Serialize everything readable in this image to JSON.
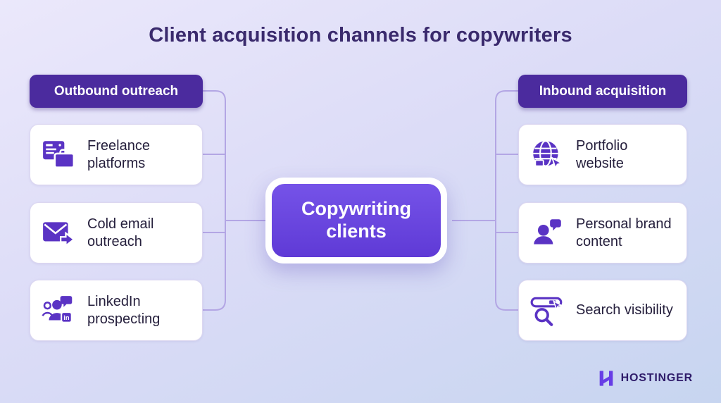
{
  "title": "Client acquisition channels for copywriters",
  "center_node": {
    "label": "Copywriting clients"
  },
  "left_group": {
    "header": "Outbound outreach",
    "items": [
      {
        "label": "Freelance platforms",
        "icon": "freelance-platforms-icon"
      },
      {
        "label": "Cold email outreach",
        "icon": "cold-email-icon"
      },
      {
        "label": "LinkedIn prospecting",
        "icon": "linkedin-prospecting-icon"
      }
    ]
  },
  "right_group": {
    "header": "Inbound acquisition",
    "items": [
      {
        "label": "Portfolio website",
        "icon": "portfolio-website-icon"
      },
      {
        "label": "Personal brand content",
        "icon": "personal-brand-icon"
      },
      {
        "label": "Search visibility",
        "icon": "search-visibility-icon"
      }
    ]
  },
  "brand": {
    "name": "HOSTINGER"
  },
  "colors": {
    "background_start": "#ebe8fb",
    "background_end": "#c7d5f0",
    "header_pill": "#4b2b9e",
    "center_node": "#6b48e0",
    "icon_purple": "#5a33c4",
    "connector": "#b3a6e4",
    "title_text": "#3a2a6d",
    "card_text": "#26203d",
    "brand_purple": "#673de6",
    "brand_text": "#2f1c6a"
  }
}
